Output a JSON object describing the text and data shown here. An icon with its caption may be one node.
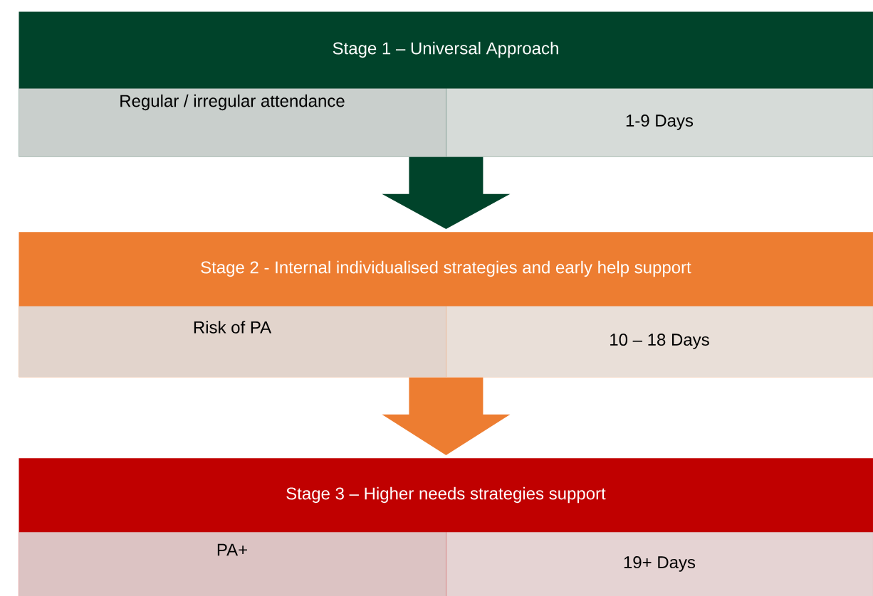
{
  "diagram": {
    "nodes": [
      {
        "text": [
          "Stage 1 – Universal Approach"
        ]
      },
      {
        "text": [
          "Regular / irregular attendance"
        ],
        "in": 0
      },
      {
        "text": [
          "1-9 Days"
        ],
        "in": 0
      },
      {
        "text": [
          "Stage 2 - Internal individualised strategies and early help support"
        ]
      },
      {
        "text": [
          "Risk of PA"
        ],
        "in": 3
      },
      {
        "text": [
          "10 – 18 Days"
        ],
        "in": 3
      },
      {
        "text": [
          "Stage 3 – Higher needs strategies support"
        ]
      },
      {
        "text": [
          "PA+"
        ],
        "in": 6
      },
      {
        "text": [
          "19+ Days"
        ],
        "in": 6
      }
    ],
    "edges": [
      {
        "from": 0,
        "to": 3,
        "arrow": "to",
        "color": "#00432a"
      },
      {
        "from": 3,
        "to": 6,
        "arrow": "to",
        "color": "#ed7d31"
      }
    ]
  }
}
